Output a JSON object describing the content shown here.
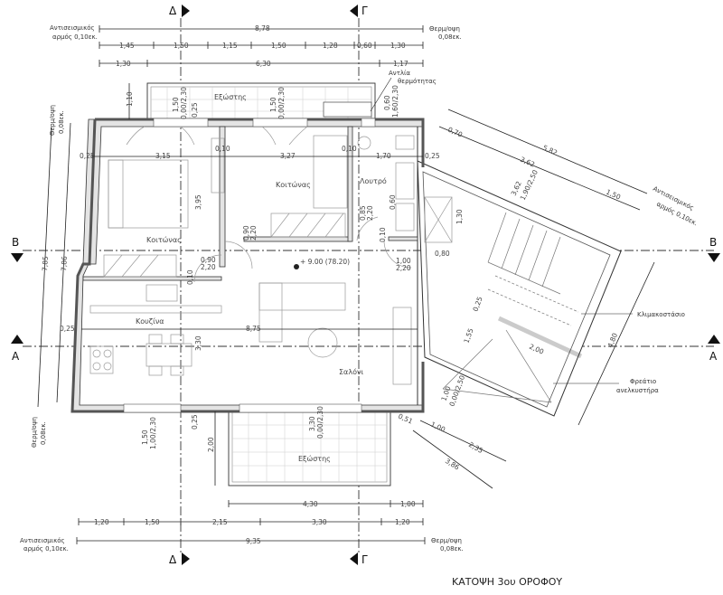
{
  "title": "ΚΑΤΟΨΗ 3ου ΟΡΟΦΟΥ",
  "sections": {
    "delta": "Δ",
    "gamma": "Γ",
    "b": "B",
    "a": "A"
  },
  "notes": {
    "seismic_joint_line1": "Αντισεισμικός",
    "seismic_joint_line2": "αρμός 0,10εκ.",
    "insulation_line1": "Θερμ/οψη",
    "insulation_line2": "0,08εκ.",
    "heat_pump_line1": "Αντλία",
    "heat_pump_line2": "θερμότητας",
    "stairwell": "Κλιμακοστάσιο",
    "elevator_line1": "Φρεάτιο",
    "elevator_line2": "ανελκυστήρα",
    "level": "+ 9.00 (78.20)"
  },
  "rooms": {
    "balcony_top": "Εξώστης",
    "bedroom_1": "Κοιτώνας",
    "bedroom_2": "Κοιτώνας",
    "bathroom": "Λουτρό",
    "kitchen": "Κουζίνα",
    "living": "Σαλόνι",
    "balcony_bottom": "Εξώστης"
  },
  "dims_top": {
    "total": "8,78",
    "row2": [
      "1,45",
      "1,50",
      "1,15",
      "1,50",
      "1,28",
      "0,60",
      "1,30"
    ],
    "row3": [
      "1,30",
      "6,30",
      "1,17"
    ]
  },
  "dims_bottom": {
    "row1": [
      "4,30",
      "1,00"
    ],
    "row2": [
      "1,20",
      "1,50",
      "2,15",
      "3,30",
      "1,20"
    ],
    "total": "9,35"
  },
  "dims_left": {
    "a": "7,85",
    "b": "7,86",
    "balcony": "1,10"
  },
  "dims_interior": {
    "w_left_top": "0,25",
    "bed1_w": "3,15",
    "wall1": "0,10",
    "bed2_w": "3,27",
    "wall2": "0,10",
    "bath_w": "1,70",
    "w_right_top": "0,25",
    "bed_h": "3,95",
    "door_bed2_a": "0,90",
    "door_bed2_b": "2,20",
    "door_bed1_a": "0,90",
    "door_bed1_b": "2,20",
    "wall3": "0,10",
    "w_left_mid": "0,25",
    "total_w": "8,75",
    "kitchen_h": "3,30",
    "door_bath_a": "0,85",
    "door_bath_b": "2,20",
    "wall4": "0,10",
    "bath_h": "0,60",
    "door_entry_a": "1,00",
    "door_entry_b": "2,20",
    "lift_w": "0,80",
    "lift_h": "1,30",
    "win1_a": "1,50",
    "win1_b": "0,00/2,30",
    "win1_c": "0,25",
    "win2_a": "1,50",
    "win2_b": "0,00/2,30",
    "win3_a": "0,60",
    "win3_b": "1,60/2,30",
    "win4_a": "1,50",
    "win4_b": "1,00/2,30",
    "win4_c": "0,25",
    "balc_h": "2,00",
    "win5_a": "3,30",
    "win5_b": "0,00/2,30"
  },
  "dims_stair": {
    "d582": "5,82",
    "d070": "0,70",
    "d362": "3,62",
    "d150": "1,50",
    "win_a": "3,62",
    "win_b": "1,90/2,50",
    "d051": "0,51",
    "d100": "1,00",
    "d235": "2,35",
    "d386": "3,86",
    "win2_a": "1,00",
    "win2_b": "0,00/2,50",
    "d200": "2,00",
    "d155": "1,55",
    "d025": "0,25",
    "d480": "4,80"
  }
}
